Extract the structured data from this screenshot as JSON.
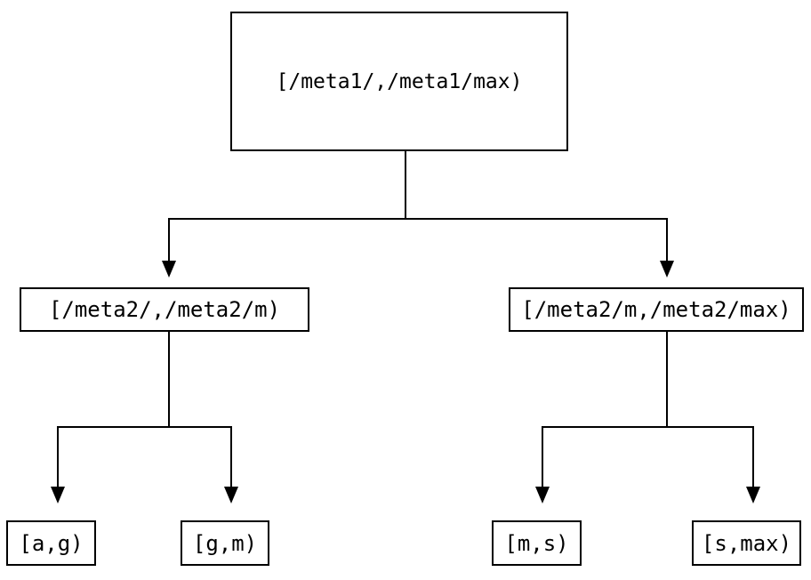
{
  "diagram": {
    "type": "tree",
    "description": "Binary split tree of key ranges over /meta1 and /meta2 namespaces",
    "colors": {
      "background": "#ffffff",
      "line": "#000000",
      "text": "#000000",
      "node_border": "#000000",
      "node_fill": "#ffffff"
    },
    "nodes": {
      "root": {
        "label": "[/meta1/,/meta1/max)"
      },
      "left_child": {
        "label": "[/meta2/,/meta2/m)"
      },
      "right_child": {
        "label": "[/meta2/m,/meta2/max)"
      },
      "leaf_ag": {
        "label": "[a,g)"
      },
      "leaf_gm": {
        "label": "[g,m)"
      },
      "leaf_ms": {
        "label": "[m,s)"
      },
      "leaf_smax": {
        "label": "[s,max)"
      }
    },
    "edges": [
      {
        "from": "root",
        "to": "left_child"
      },
      {
        "from": "root",
        "to": "right_child"
      },
      {
        "from": "left_child",
        "to": "leaf_ag"
      },
      {
        "from": "left_child",
        "to": "leaf_gm"
      },
      {
        "from": "right_child",
        "to": "leaf_ms"
      },
      {
        "from": "right_child",
        "to": "leaf_smax"
      }
    ]
  }
}
